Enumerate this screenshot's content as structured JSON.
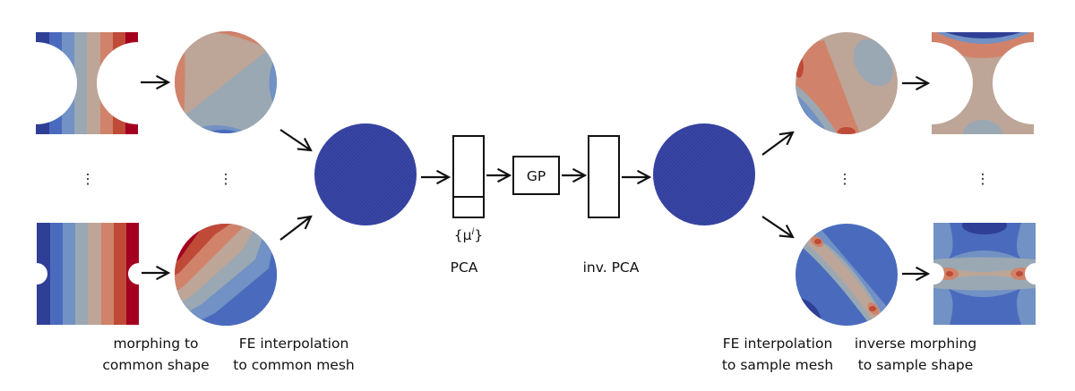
{
  "labels": {
    "morph_1": "morphing to",
    "morph_2": "common shape",
    "fe_common_1": "FE interpolation",
    "fe_common_2": "to common mesh",
    "pca": "PCA",
    "mu": "{μ",
    "mu_sup": "i",
    "mu_close": "}",
    "gp": "GP",
    "inv_pca": "inv. PCA",
    "fe_sample_1": "FE interpolation",
    "fe_sample_2": "to sample mesh",
    "inv_morph_1": "inverse morphing",
    "inv_morph_2": "to sample shape",
    "ellipsis": "⋮"
  },
  "colormap": [
    "#2f3f96",
    "#4a6bbd",
    "#7291c4",
    "#9aa8b4",
    "#bda597",
    "#d0836a",
    "#bf4a38",
    "#a3001f"
  ],
  "mesh_color": "#34409e"
}
